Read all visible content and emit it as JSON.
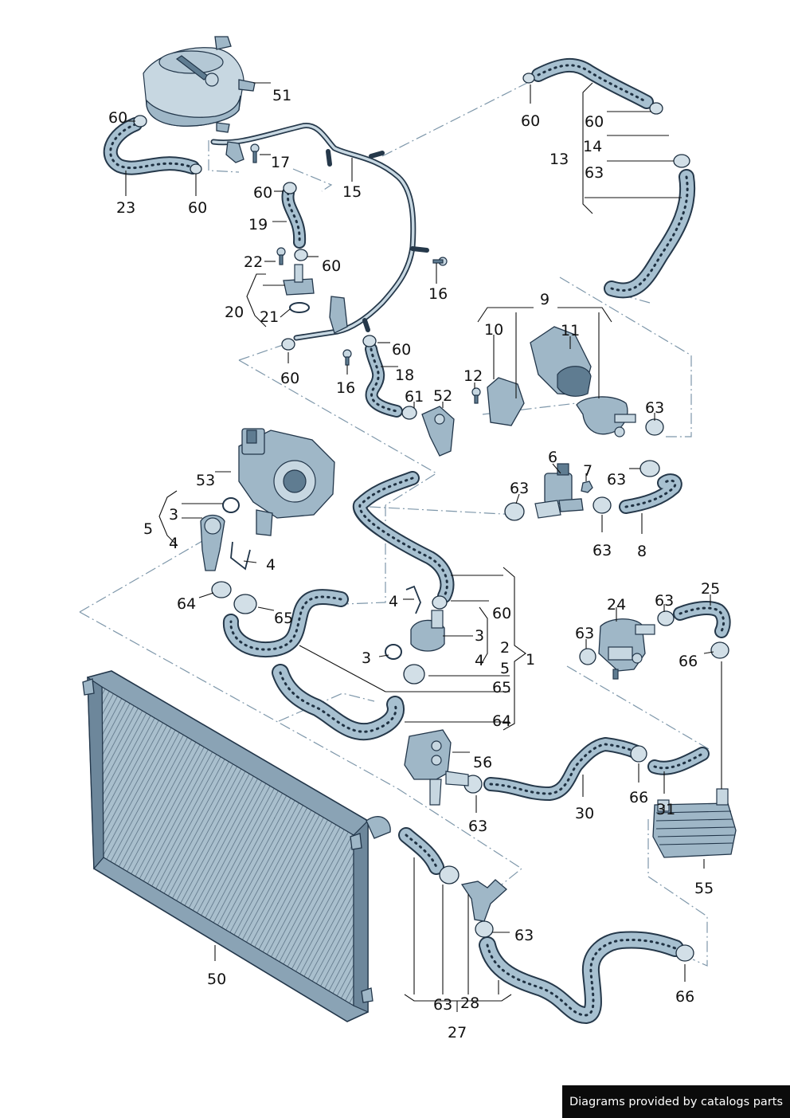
{
  "labels": {
    "p51": "51",
    "p60": "60",
    "p23": "23",
    "p17": "17",
    "p15": "15",
    "p19": "19",
    "p22": "22",
    "p20": "20",
    "p21": "21",
    "p16": "16",
    "p18": "18",
    "p61": "61",
    "p52": "52",
    "p13": "13",
    "p14": "14",
    "p63": "63",
    "p9": "9",
    "p10": "10",
    "p11": "11",
    "p12": "12",
    "p6": "6",
    "p7": "7",
    "p8": "8",
    "p53": "53",
    "p3": "3",
    "p5": "5",
    "p4": "4",
    "p64": "64",
    "p65": "65",
    "p2": "2",
    "p1": "1",
    "p24": "24",
    "p25": "25",
    "p66": "66",
    "p56": "56",
    "p30": "30",
    "p31": "31",
    "p55": "55",
    "p50": "50",
    "p28": "28",
    "p27": "27"
  },
  "footer": {
    "credit": "Diagrams provided by catalogs parts"
  },
  "colors": {
    "part_fill": "#9fb7c7",
    "part_light": "#c7d7e1",
    "outline": "#22364a",
    "hose_core": "#a7c0d0",
    "phantom_line": "#7e97aa",
    "footer_bg": "#0b0b0b"
  }
}
